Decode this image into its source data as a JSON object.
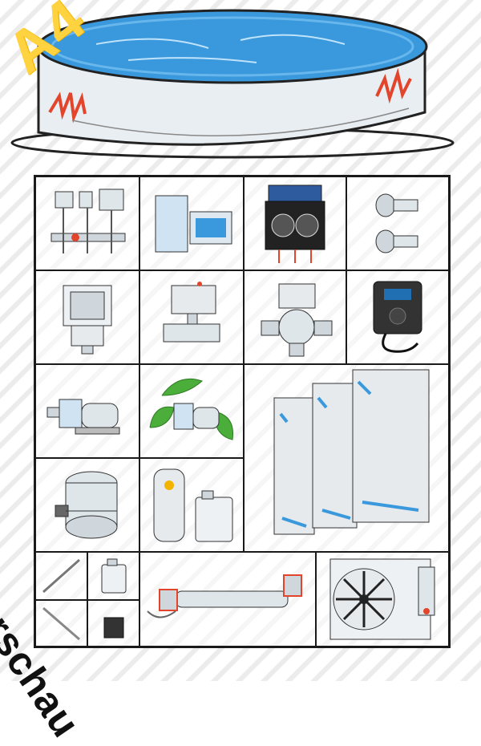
{
  "badge": {
    "text": "A4"
  },
  "watermark": {
    "text": "Vorschau"
  },
  "colors": {
    "pool_water": "#3a98dc",
    "pool_wall": "#e9eef2",
    "accent_red": "#e2452c",
    "badge_yellow": "#ffd23f",
    "grid_line": "#1a1a1a",
    "leaf_green": "#4cae3a"
  },
  "cells": [
    {
      "name": "dosing-station"
    },
    {
      "name": "skimmer-box"
    },
    {
      "name": "dosing-pump-unit"
    },
    {
      "name": "inlet-nozzles"
    },
    {
      "name": "wall-skimmer"
    },
    {
      "name": "valve-actuator"
    },
    {
      "name": "three-way-valve"
    },
    {
      "name": "salt-electrolysis-unit"
    },
    {
      "name": "filter-pump"
    },
    {
      "name": "eco-pump"
    },
    {
      "name": "solar-collector-panels"
    },
    {
      "name": "sand-filter-tank"
    },
    {
      "name": "water-tester-and-canister"
    },
    {
      "name": "brush-and-hose"
    },
    {
      "name": "chemical-bottle"
    },
    {
      "name": "small-pump"
    },
    {
      "name": "uv-clarifier"
    },
    {
      "name": "heat-pump"
    }
  ]
}
